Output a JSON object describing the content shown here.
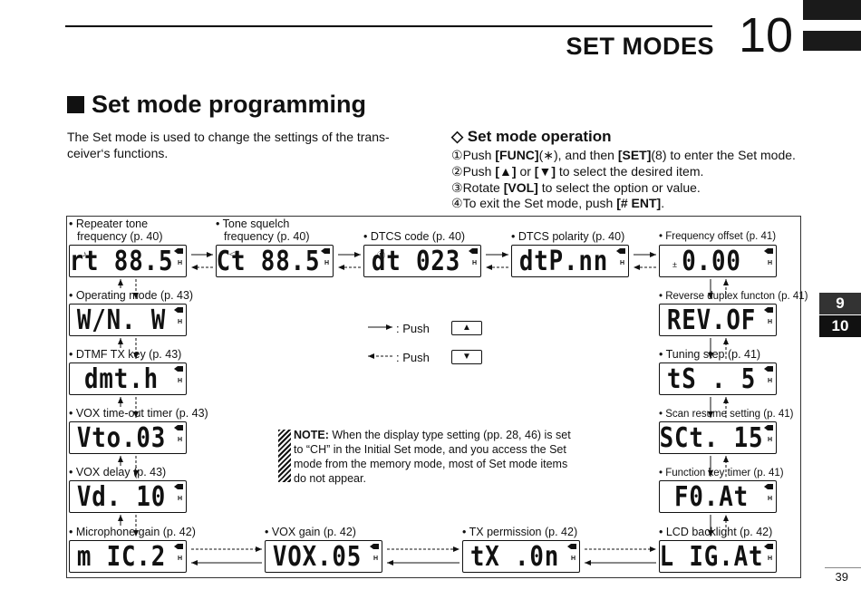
{
  "header": {
    "title": "SET MODES",
    "chapter": "10"
  },
  "section": {
    "title": "Set mode programming",
    "intro": "The Set mode is used to change the settings of the trans-ceiver‘s functions."
  },
  "operation": {
    "title": "Set mode operation",
    "steps": [
      {
        "num": "①",
        "pre": "Push ",
        "key1": "[FUNC]",
        "mid": "(∗), and then ",
        "key2": "[SET]",
        "post": "(8) to enter the Set mode."
      },
      {
        "num": "②",
        "pre": "Push ",
        "key1": "[▲]",
        "mid": " or ",
        "key2": "[▼]",
        "post": " to select the desired item."
      },
      {
        "num": "③",
        "pre": "Rotate ",
        "key1": "[VOL]",
        "mid": " to select the option or value.",
        "key2": "",
        "post": ""
      },
      {
        "num": "④",
        "pre": "To exit the Set mode, push ",
        "key1": "[# ENT]",
        "mid": ".",
        "key2": "",
        "post": ""
      }
    ]
  },
  "tabs": [
    "9",
    "10"
  ],
  "page_number": "39",
  "items": {
    "repeater_tone": {
      "label1": "• Repeater tone",
      "label2": "frequency (p. 40)",
      "display": "rt 88.5",
      "ind": "♪"
    },
    "tone_squelch": {
      "label1": "• Tone squelch",
      "label2": "frequency (p. 40)",
      "display": "Ct 88.5",
      "ind": "◁"
    },
    "dtcs_code": {
      "label1": "• DTCS code (p. 40)",
      "display": "dt 023",
      "ind": "Ⓓ"
    },
    "dtcs_polarity": {
      "label1": "• DTCS polarity (p. 40)",
      "display": "dtP.nn"
    },
    "freq_offset": {
      "label1": "• Frequency offset (p. 41)",
      "display": "0.00",
      "ind": "±"
    },
    "operating_mode": {
      "label1": "• Operating mode (p. 43)",
      "display": "W/N. W"
    },
    "reverse_duplex": {
      "label1": "• Reverse duplex functon (p. 41)",
      "display": "REV.OF"
    },
    "dtmf_tx": {
      "label1": "• DTMF TX key (p. 43)",
      "display": "dmt.h"
    },
    "tuning_step": {
      "label1": "• Tuning step (p. 41)",
      "display": "tS . 5"
    },
    "vox_timeout": {
      "label1": "• VOX time-out timer (p. 43)",
      "display": "Vto.03"
    },
    "scan_resume": {
      "label1": "• Scan resume setting (p. 41)",
      "display": "SCt. 15"
    },
    "vox_delay": {
      "label1": "• VOX delay (p. 43)",
      "display": "Vd. 10"
    },
    "function_key_timer": {
      "label1": "• Function key timer (p. 41)",
      "display": "F0.At"
    },
    "mic_gain": {
      "label1": "• Microphone gain (p. 42)",
      "display": "m IC.2"
    },
    "vox_gain": {
      "label1": "• VOX gain (p. 42)",
      "display": "VOX.05"
    },
    "tx_permission": {
      "label1": "• TX permission (p. 42)",
      "display": "tX .0n"
    },
    "lcd_backlight": {
      "label1": "• LCD backlight (p. 42)",
      "display": "L IG.At"
    }
  },
  "legend": {
    "push_label": ": Push",
    "up_key": "▲",
    "down_key": "▼"
  },
  "note": {
    "bold": "NOTE:",
    "text": " When the display type setting (pp. 28, 46) is set to “CH” in the Initial Set mode, and you access the Set mode from the memory mode, most of Set mode items do not appear."
  },
  "lcd_indicators": {
    "h": "H"
  }
}
